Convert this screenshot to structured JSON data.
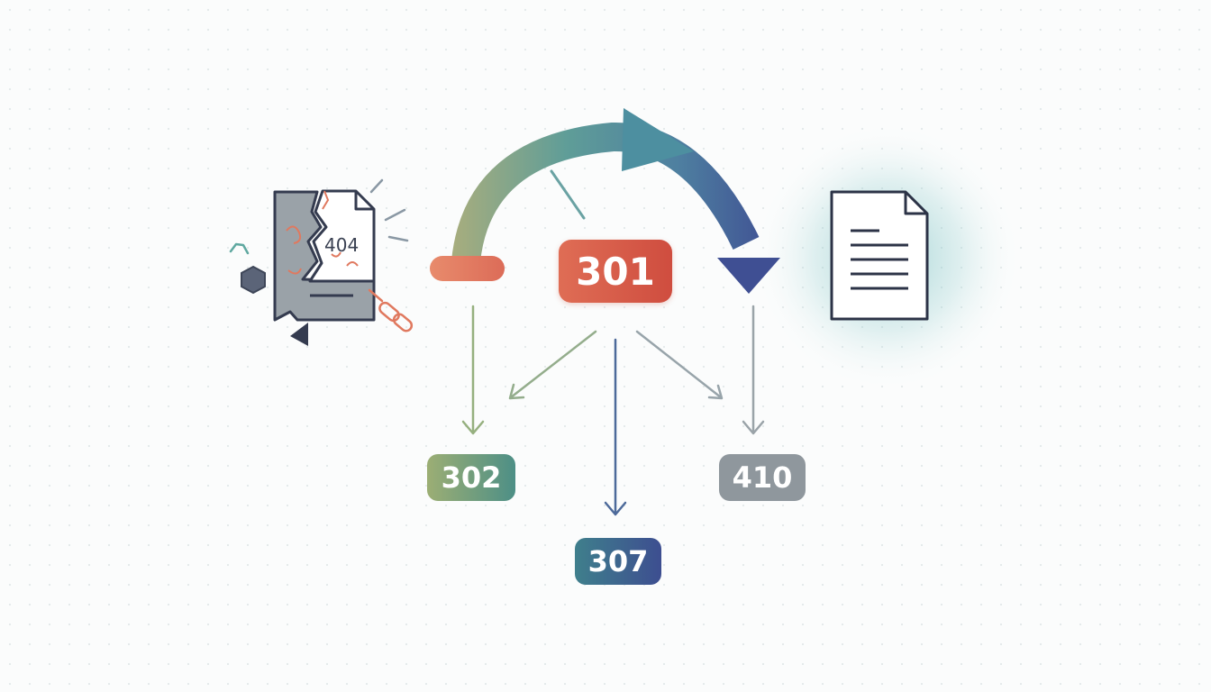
{
  "diagram": {
    "broken_page_label": "404",
    "main_redirect_code": "301",
    "alternatives": [
      {
        "code": "302"
      },
      {
        "code": "307"
      },
      {
        "code": "410"
      }
    ],
    "colors": {
      "coral": "#e0795f",
      "red": "#d45744",
      "sage": "#8fb07a",
      "teal": "#4f9a9a",
      "indigo": "#3f4f93",
      "gray": "#8f979d",
      "glow": "#5fb3b5"
    },
    "icons": [
      "broken-page-icon",
      "target-page-icon",
      "redirect-arrow-icon",
      "broken-link-icon",
      "hexagon-icon"
    ]
  }
}
